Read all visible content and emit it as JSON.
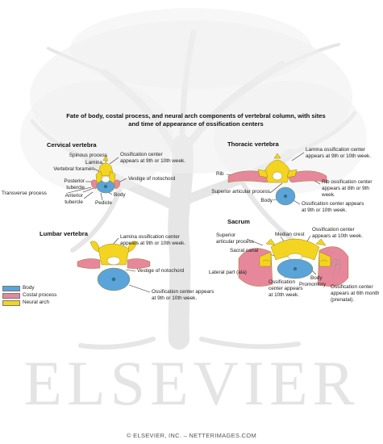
{
  "title": "Fate of body, costal process, and neural arch components of vertebral column, with sites and time of appearance of ossification centers",
  "watermark": "ELSEVIER",
  "copyright": "© ELSEVIER, INC. – NETTERIMAGES.COM",
  "colors": {
    "body": "#5aa4d9",
    "costal": "#e7879b",
    "neural": "#f3d421",
    "notochord": "#1a6fb2",
    "watermark": "#e4e4e4",
    "leader": "#333333"
  },
  "legend": [
    {
      "label": "Body",
      "color": "#5aa4d9"
    },
    {
      "label": "Costal process",
      "color": "#e7879b"
    },
    {
      "label": "Neural arch",
      "color": "#f3d421"
    }
  ],
  "cervical": {
    "heading": "Cervical vertebra",
    "labels": {
      "spinous_process": "Spinous process",
      "lamina": "Lamina",
      "vertebral_foramen": "Vertebral foramen",
      "ossification_1": "Ossification center",
      "ossification_2": "appears at 9th or 10th week.",
      "notochord": "Vestige of notochord",
      "posterior_1": "Posterior",
      "posterior_2": "tubercle",
      "transverse_process": "Transverse process",
      "anterior_1": "Anterior",
      "anterior_2": "tubercle",
      "body": "Body",
      "pedicle": "Pedicle"
    }
  },
  "thoracic": {
    "heading": "Thoracic vertebra",
    "labels": {
      "lamina_ossification_1": "Lamina ossification center",
      "lamina_ossification_2": "appears at 9th or 10th week.",
      "rib": "Rib",
      "rib_ossification_1": "Rib ossification center",
      "rib_ossification_2": "appears at 8th or 9th",
      "rib_ossification_3": "week.",
      "superior_articular_process": "Superior articular process",
      "body": "Body",
      "ossification_1": "Ossification center appears",
      "ossification_2": "at 9th or 10th week."
    }
  },
  "lumbar": {
    "heading": "Lumbar vertebra",
    "labels": {
      "lamina_ossification_1": "Lamina ossification center",
      "lamina_ossification_2": "appears at 9th or 10th week.",
      "notochord": "Vestige of notochord",
      "ossification_1": "Ossification center appears",
      "ossification_2": "at 9th or 10th week."
    }
  },
  "sacrum": {
    "heading": "Sacrum",
    "labels": {
      "superior_articular_1": "Superior",
      "superior_articular_2": "articular process",
      "median_crest": "Median crest",
      "ossification_top_1": "Ossification center",
      "ossification_top_2": "appears at 10th week.",
      "sacral_canal": "Sacral canal",
      "lateral_part": "Lateral part (ala)",
      "ossification_mid_1": "Ossification",
      "ossification_mid_2": "center appears",
      "ossification_mid_3": "at 10th week.",
      "body": "Body",
      "promontory": "Promontory",
      "ossification_right_1": "Ossification center",
      "ossification_right_2": "appears at 6th month",
      "ossification_right_3": "(prenatal)."
    }
  }
}
